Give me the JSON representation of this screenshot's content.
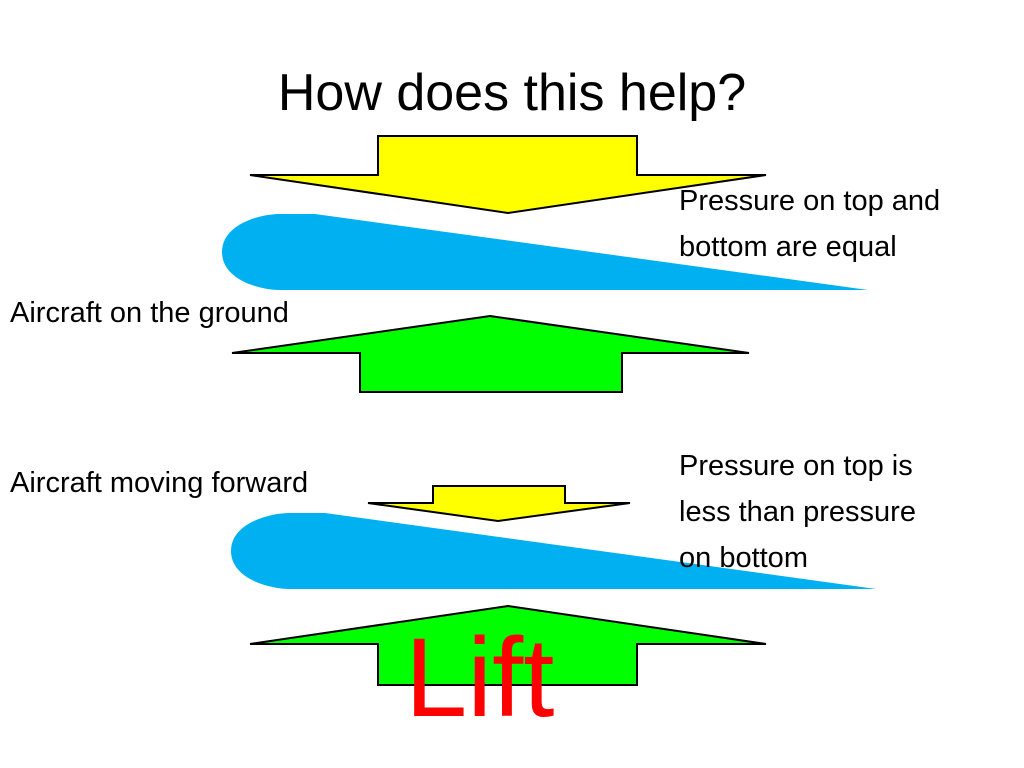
{
  "slide": {
    "title": "How does this help?"
  },
  "scenario_ground": {
    "label": "Aircraft on the ground",
    "note_line1": "Pressure on top and",
    "note_line2": "bottom are equal"
  },
  "scenario_moving": {
    "label": "Aircraft moving forward",
    "note_line1": "Pressure on top is",
    "note_line2": "less than pressure",
    "note_line3": "on bottom"
  },
  "lift": {
    "label": "Lift"
  },
  "colors": {
    "pressure_down_arrow": "#ffff00",
    "pressure_up_arrow": "#00ff00",
    "airfoil": "#00b0f0",
    "outline": "#000000",
    "lift_text": "#ff0000"
  }
}
